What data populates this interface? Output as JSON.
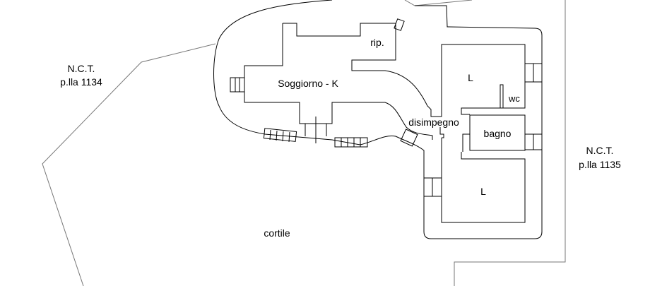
{
  "plan": {
    "rooms": {
      "living": "Soggiorno - K",
      "storage": "rip.",
      "bedroom_top": "L",
      "wc": "wc",
      "hallway": "disimpegno",
      "bathroom": "bagno",
      "bedroom_bottom": "L",
      "courtyard": "cortile"
    },
    "parcels": {
      "left_line1": "N.C.T.",
      "left_line2": "p.lla 1134",
      "right_line1": "N.C.T.",
      "right_line2": "p.lla 1135"
    }
  }
}
